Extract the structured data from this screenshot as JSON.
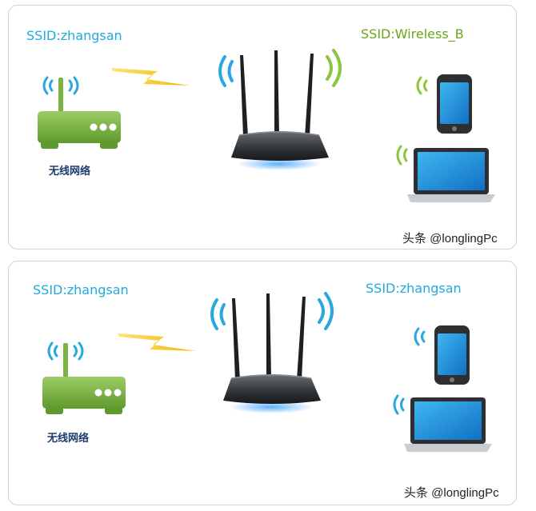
{
  "panels": [
    {
      "ssid_left": "SSID:zhangsan",
      "ssid_right": "SSID:Wireless_B",
      "device_label": "无线网络",
      "watermark": "头条 @longlingPc"
    },
    {
      "ssid_left": "SSID:zhangsan",
      "ssid_right": "SSID:zhangsan",
      "device_label": "无线网络",
      "watermark": "头条 @longlingPc"
    }
  ],
  "colors": {
    "ssid_blue": "#1fa9e0",
    "ssid_green": "#6aa51a",
    "modem_green": "#7cb342",
    "wifi_blue": "#29a8e0",
    "wifi_green": "#8cc63f",
    "lightning": "#f5c400",
    "label_navy": "#1d3b6e"
  },
  "icons": [
    "wireless-modem-icon",
    "lightning-icon",
    "wireless-router-icon",
    "smartphone-icon",
    "laptop-icon",
    "wifi-signal-icon"
  ]
}
